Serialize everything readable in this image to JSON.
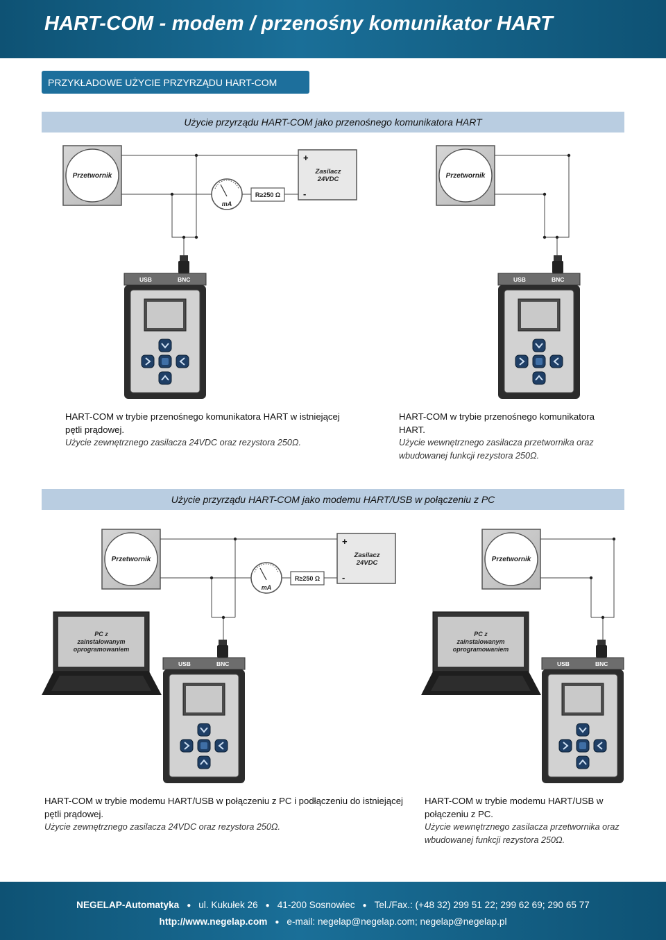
{
  "header": {
    "title": "HART-COM - modem / przenośny komunikator HART"
  },
  "section": {
    "label": "PRZYKŁADOWE UŻYCIE PRZYRZĄDU HART-COM"
  },
  "band1": {
    "title": "Użycie przyrządu HART-COM jako przenośnego komunikatora HART"
  },
  "band2": {
    "title": "Użycie przyrządu HART-COM jako modemu HART/USB w połączeniu z PC"
  },
  "diagram_labels": {
    "transmitter": "Przetwornik",
    "supply_line1": "Zasilacz",
    "supply_line2": "24VDC",
    "plus": "+",
    "minus": "-",
    "meter": "mA",
    "resistor": "R≥250 Ω",
    "usb": "USB",
    "bnc": "BNC",
    "pc_line1": "PC z",
    "pc_line2": "zainstalowanym",
    "pc_line3": "oprogramowaniem"
  },
  "captions": {
    "c1": {
      "title": "HART-COM w trybie przenośnego komunikatora HART w istniejącej pętli prądowej.",
      "note": "Użycie zewnętrznego zasilacza 24VDC oraz rezystora 250Ω."
    },
    "c2": {
      "title": "HART-COM w trybie przenośnego komunikatora HART.",
      "note": "Użycie wewnętrznego zasilacza przetwornika oraz wbudowanej funkcji rezystora 250Ω."
    },
    "c3": {
      "title": "HART-COM w trybie modemu HART/USB w połączeniu z PC i podłączeniu do istniejącej pętli prądowej.",
      "note": "Użycie zewnętrznego zasilacza 24VDC oraz rezystora 250Ω."
    },
    "c4": {
      "title": "HART-COM w trybie modemu HART/USB w połączeniu z PC.",
      "note": "Użycie wewnętrznego zasilacza przetwornika oraz wbudowanej funkcji rezystora 250Ω."
    }
  },
  "footer": {
    "company": "NEGELAP-Automatyka",
    "street": "ul. Kukułek 26",
    "city": "41-200 Sosnowiec",
    "phone": "Tel./Fax.: (+48 32) 299 51 22; 299 62 69; 290 65 77",
    "website": "http://www.negelap.com",
    "email": "e-mail: negelap@negelap.com; negelap@negelap.pl"
  },
  "colors": {
    "header_bg": "#1a6f98",
    "band_bg": "#b9cde1",
    "badge_bg": "#1d6f9c"
  }
}
